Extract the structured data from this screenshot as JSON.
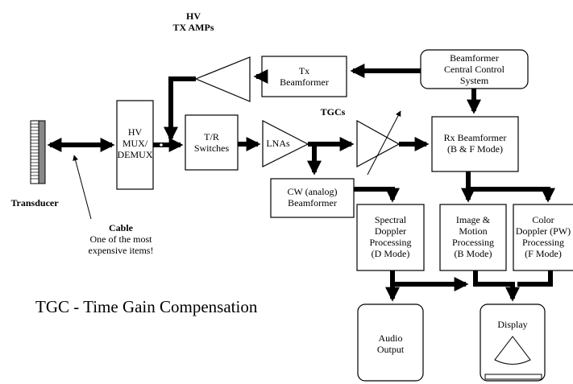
{
  "labels": {
    "hv_tx_amps": [
      "HV",
      "TX AMPs"
    ],
    "tx_beamformer": [
      "Tx",
      "Beamformer"
    ],
    "central_control": [
      "Beamformer",
      "Central Control",
      "System"
    ],
    "tgcs": "TGCs",
    "hv_mux": [
      "HV",
      "MUX/",
      "DEMUX"
    ],
    "tr_switches": [
      "T/R",
      "Switches"
    ],
    "lnas": "LNAs",
    "rx_beamformer": [
      "Rx Beamformer",
      "(B & F Mode)"
    ],
    "cw_beamformer": [
      "CW (analog)",
      "Beamformer"
    ],
    "spectral_doppler": [
      "Spectral",
      "Doppler",
      "Processing",
      "(D Mode)"
    ],
    "image_motion": [
      "Image &",
      "Motion",
      "Processing",
      "(B Mode)"
    ],
    "color_doppler": [
      "Color",
      "Doppler (PW)",
      "Processing",
      "(F Mode)"
    ],
    "transducer": "Transducer",
    "cable_title": "Cable",
    "cable_note": [
      "One of the most",
      "expensive items!"
    ],
    "tgc_definition": "TGC - Time Gain Compensation",
    "audio_output": [
      "Audio",
      "Output"
    ],
    "display": "Display"
  }
}
